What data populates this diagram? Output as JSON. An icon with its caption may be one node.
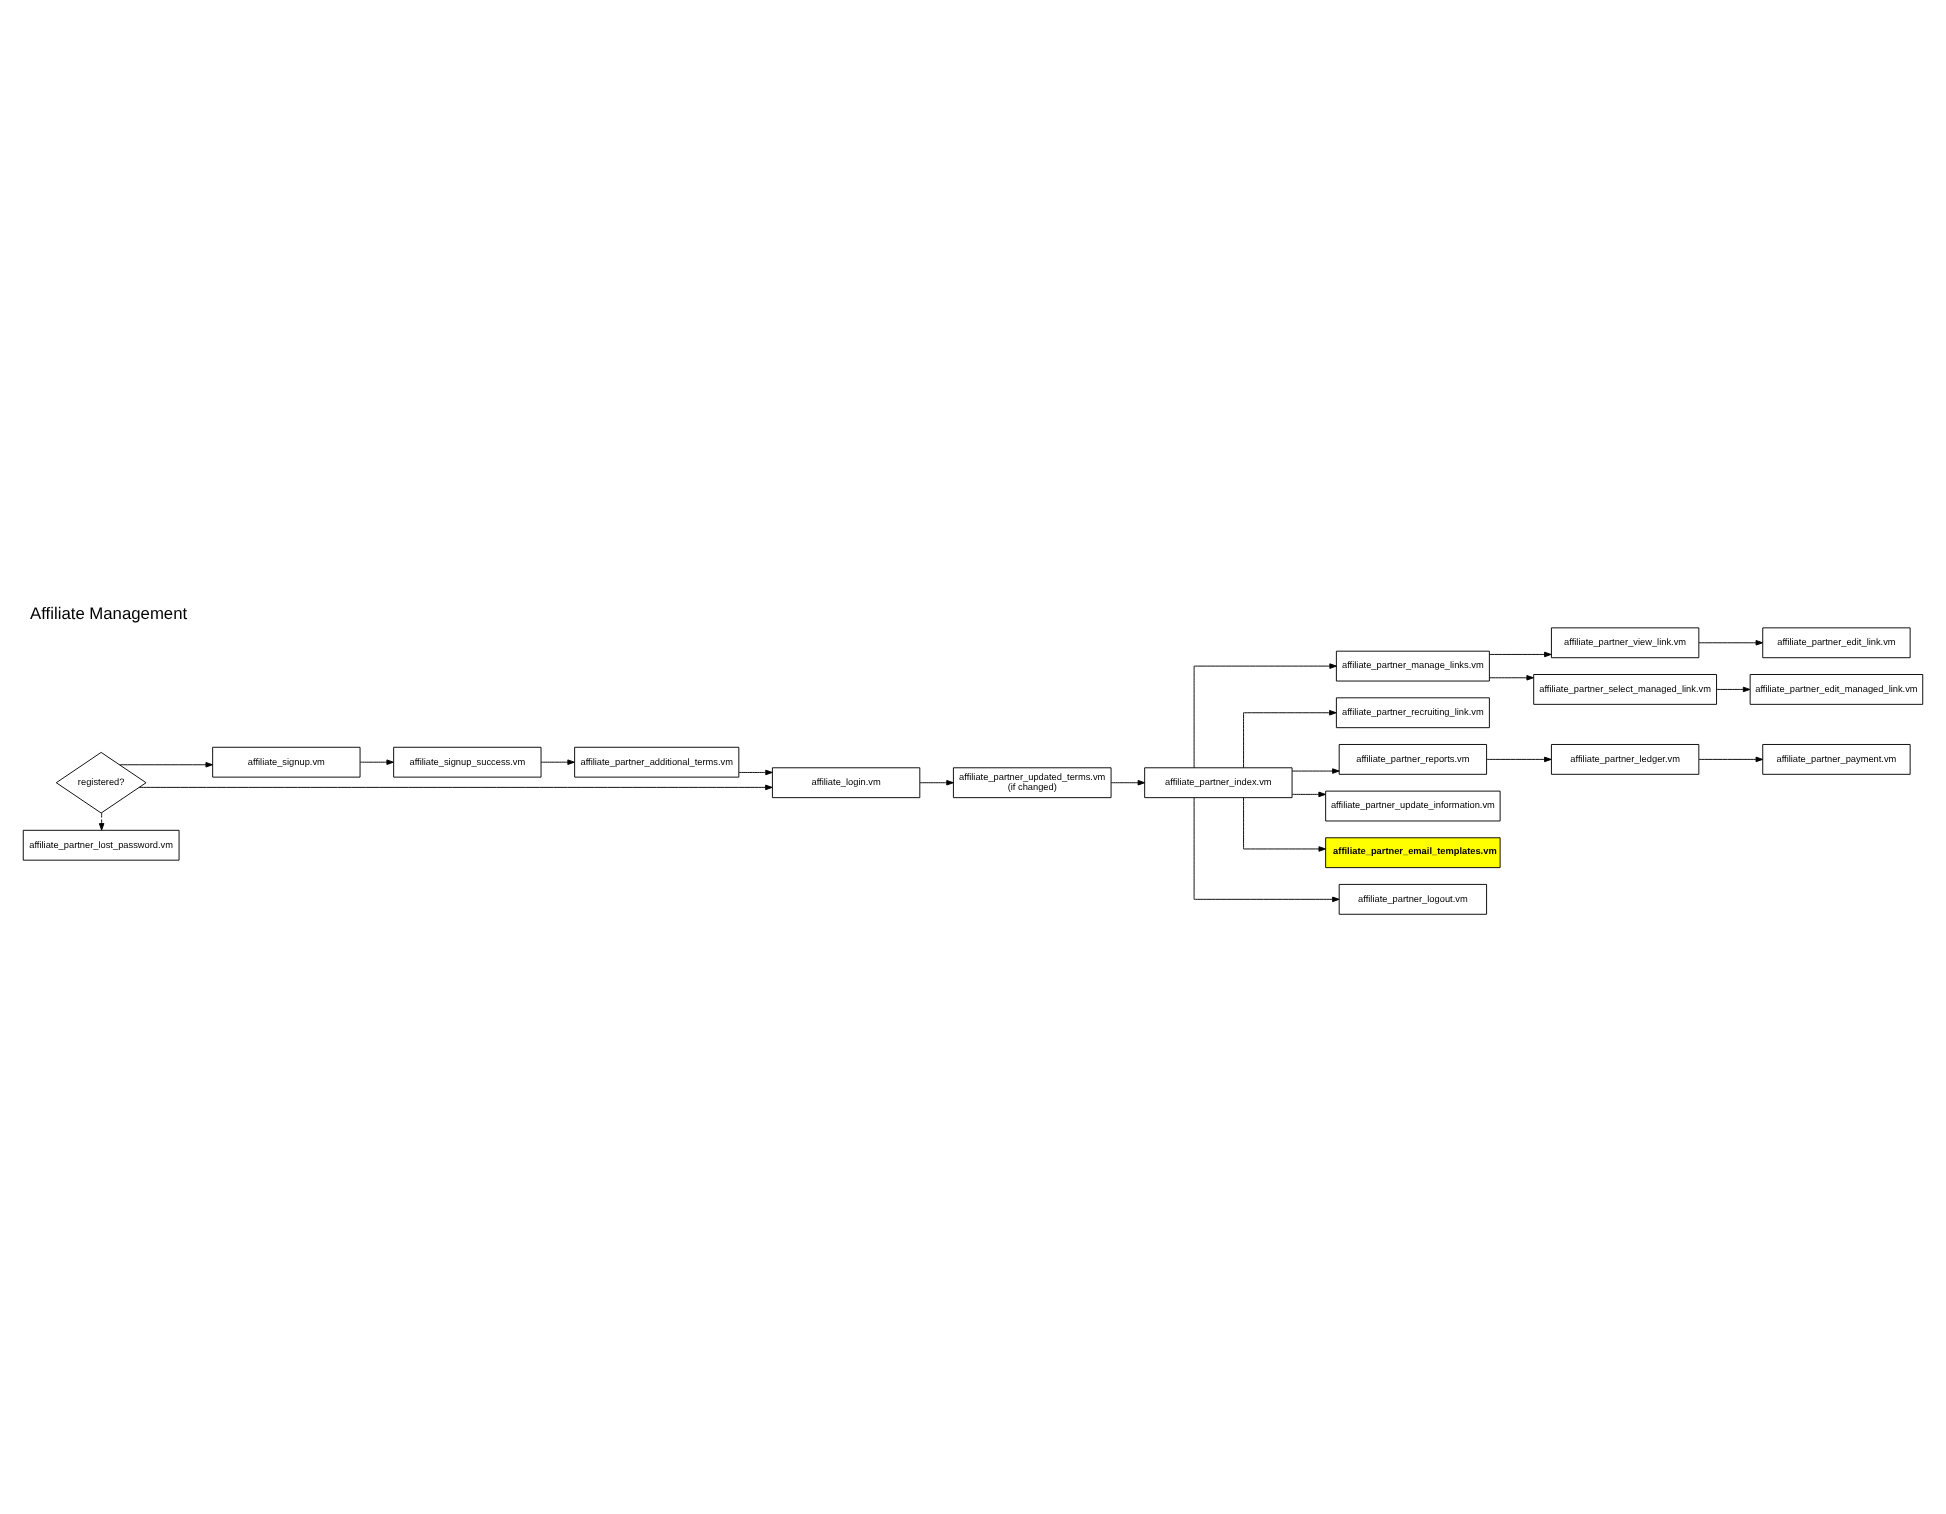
{
  "diagram": {
    "title": "Affiliate Management",
    "nodes": [
      {
        "text": [
          "registered?"
        ]
      },
      {
        "text": [
          "affiliate_signup.vm"
        ]
      },
      {
        "text": [
          "affiliate_partner_lost_password.vm"
        ]
      },
      {
        "text": [
          "affiliate_signup_success.vm"
        ]
      },
      {
        "text": [
          "affiliate_login.vm"
        ]
      },
      {
        "text": [
          "affiliate_partner_additional_terms.vm"
        ]
      },
      {
        "text": [
          "affiliate_partner_updated_terms.vm",
          "(if changed)"
        ]
      },
      {
        "text": [
          "affiliate_partner_index.vm"
        ]
      },
      {
        "text": [
          "affiliate_partner_manage_links.vm"
        ]
      },
      {
        "text": [
          "affiliate_partner_view_link.vm"
        ]
      },
      {
        "text": [
          "affiliate_partner_edit_link.vm"
        ]
      },
      {
        "text": [
          "affiliate_partner_select_managed_link.vm"
        ]
      },
      {
        "text": [
          "affiliate_partner_edit_managed_link.vm"
        ]
      },
      {
        "text": [
          "affiliate_partner_recruiting_link.vm"
        ]
      },
      {
        "text": [
          "affiliate_partner_reports.vm"
        ]
      },
      {
        "text": [
          "affiliate_partner_ledger.vm"
        ]
      },
      {
        "text": [
          "affiliate_partner_payment.vm"
        ]
      },
      {
        "text": [
          "affiliate_partner_update_information.vm"
        ]
      },
      {
        "text": [
          "affiliate_partner_email_templates.vm"
        ]
      },
      {
        "text": [
          "affiliate_partner_logout.vm"
        ]
      }
    ],
    "edges": [
      {
        "from": 0,
        "to": 1,
        "arrow": "to"
      },
      {
        "from": 0,
        "to": 4,
        "arrow": "to"
      },
      {
        "from": 0,
        "to": 2,
        "arrow": "to",
        "style": "dashed"
      },
      {
        "from": 1,
        "to": 3,
        "arrow": "to"
      },
      {
        "from": 3,
        "to": 5,
        "arrow": "to"
      },
      {
        "from": 5,
        "to": 4,
        "arrow": "to"
      },
      {
        "from": 4,
        "to": 6,
        "arrow": "to"
      },
      {
        "from": 6,
        "to": 7,
        "arrow": "to"
      },
      {
        "from": 7,
        "to": 8,
        "arrow": "to"
      },
      {
        "from": 7,
        "to": 13,
        "arrow": "to"
      },
      {
        "from": 7,
        "to": 14,
        "arrow": "to"
      },
      {
        "from": 7,
        "to": 17,
        "arrow": "to"
      },
      {
        "from": 7,
        "to": 18,
        "arrow": "to"
      },
      {
        "from": 7,
        "to": 19,
        "arrow": "to"
      },
      {
        "from": 8,
        "to": 9,
        "arrow": "to"
      },
      {
        "from": 8,
        "to": 11,
        "arrow": "to"
      },
      {
        "from": 9,
        "to": 10,
        "arrow": "to"
      },
      {
        "from": 11,
        "to": 12,
        "arrow": "to"
      },
      {
        "from": 14,
        "to": 15,
        "arrow": "to"
      },
      {
        "from": 15,
        "to": 16,
        "arrow": "to"
      }
    ]
  }
}
